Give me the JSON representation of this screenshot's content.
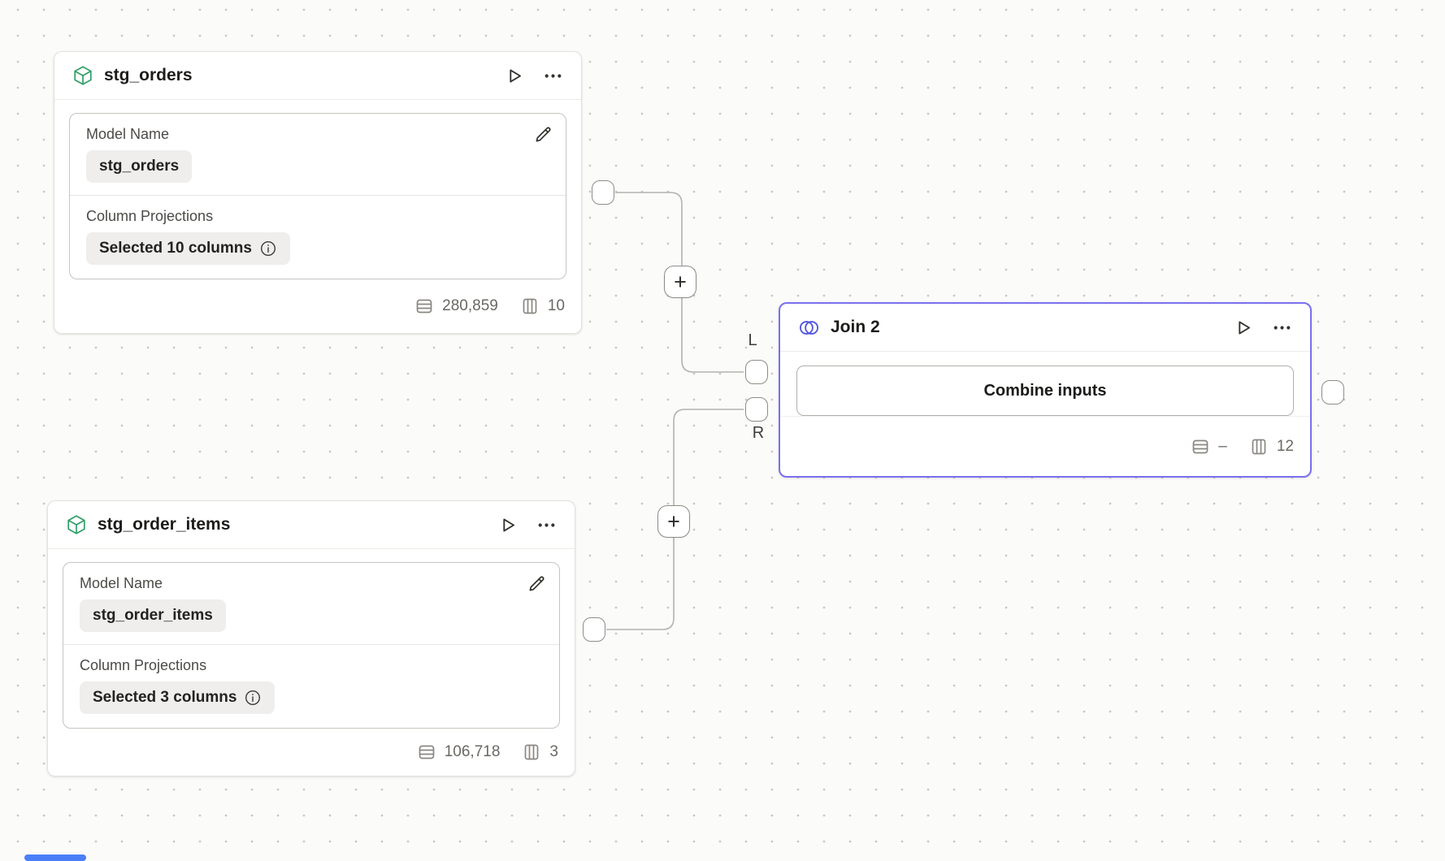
{
  "canvas": {
    "plus_button_label": "+",
    "background_color": "#fbfbfa",
    "dot_color": "#c9c6c1",
    "wire_color": "#b5b2ae",
    "scrollbar_color": "#4b7ff7"
  },
  "nodes": {
    "stg_orders": {
      "title": "stg_orders",
      "icon": "model-cube-icon",
      "icon_color": "#2f9e68",
      "model_name_label": "Model Name",
      "model_name_value": "stg_orders",
      "projections_label": "Column Projections",
      "projections_value": "Selected 10 columns",
      "row_count": "280,859",
      "column_count": "10"
    },
    "stg_order_items": {
      "title": "stg_order_items",
      "icon": "model-cube-icon",
      "icon_color": "#2f9e68",
      "model_name_label": "Model Name",
      "model_name_value": "stg_order_items",
      "projections_label": "Column Projections",
      "projections_value": "Selected 3 columns",
      "row_count": "106,718",
      "column_count": "3"
    },
    "join_2": {
      "title": "Join 2",
      "icon": "join-venn-icon",
      "icon_color": "#5356dd",
      "border_color": "#7a70ee",
      "combine_button_label": "Combine inputs",
      "row_count": "–",
      "column_count": "12"
    }
  },
  "join_input_labels": {
    "left": "L",
    "right": "R"
  }
}
